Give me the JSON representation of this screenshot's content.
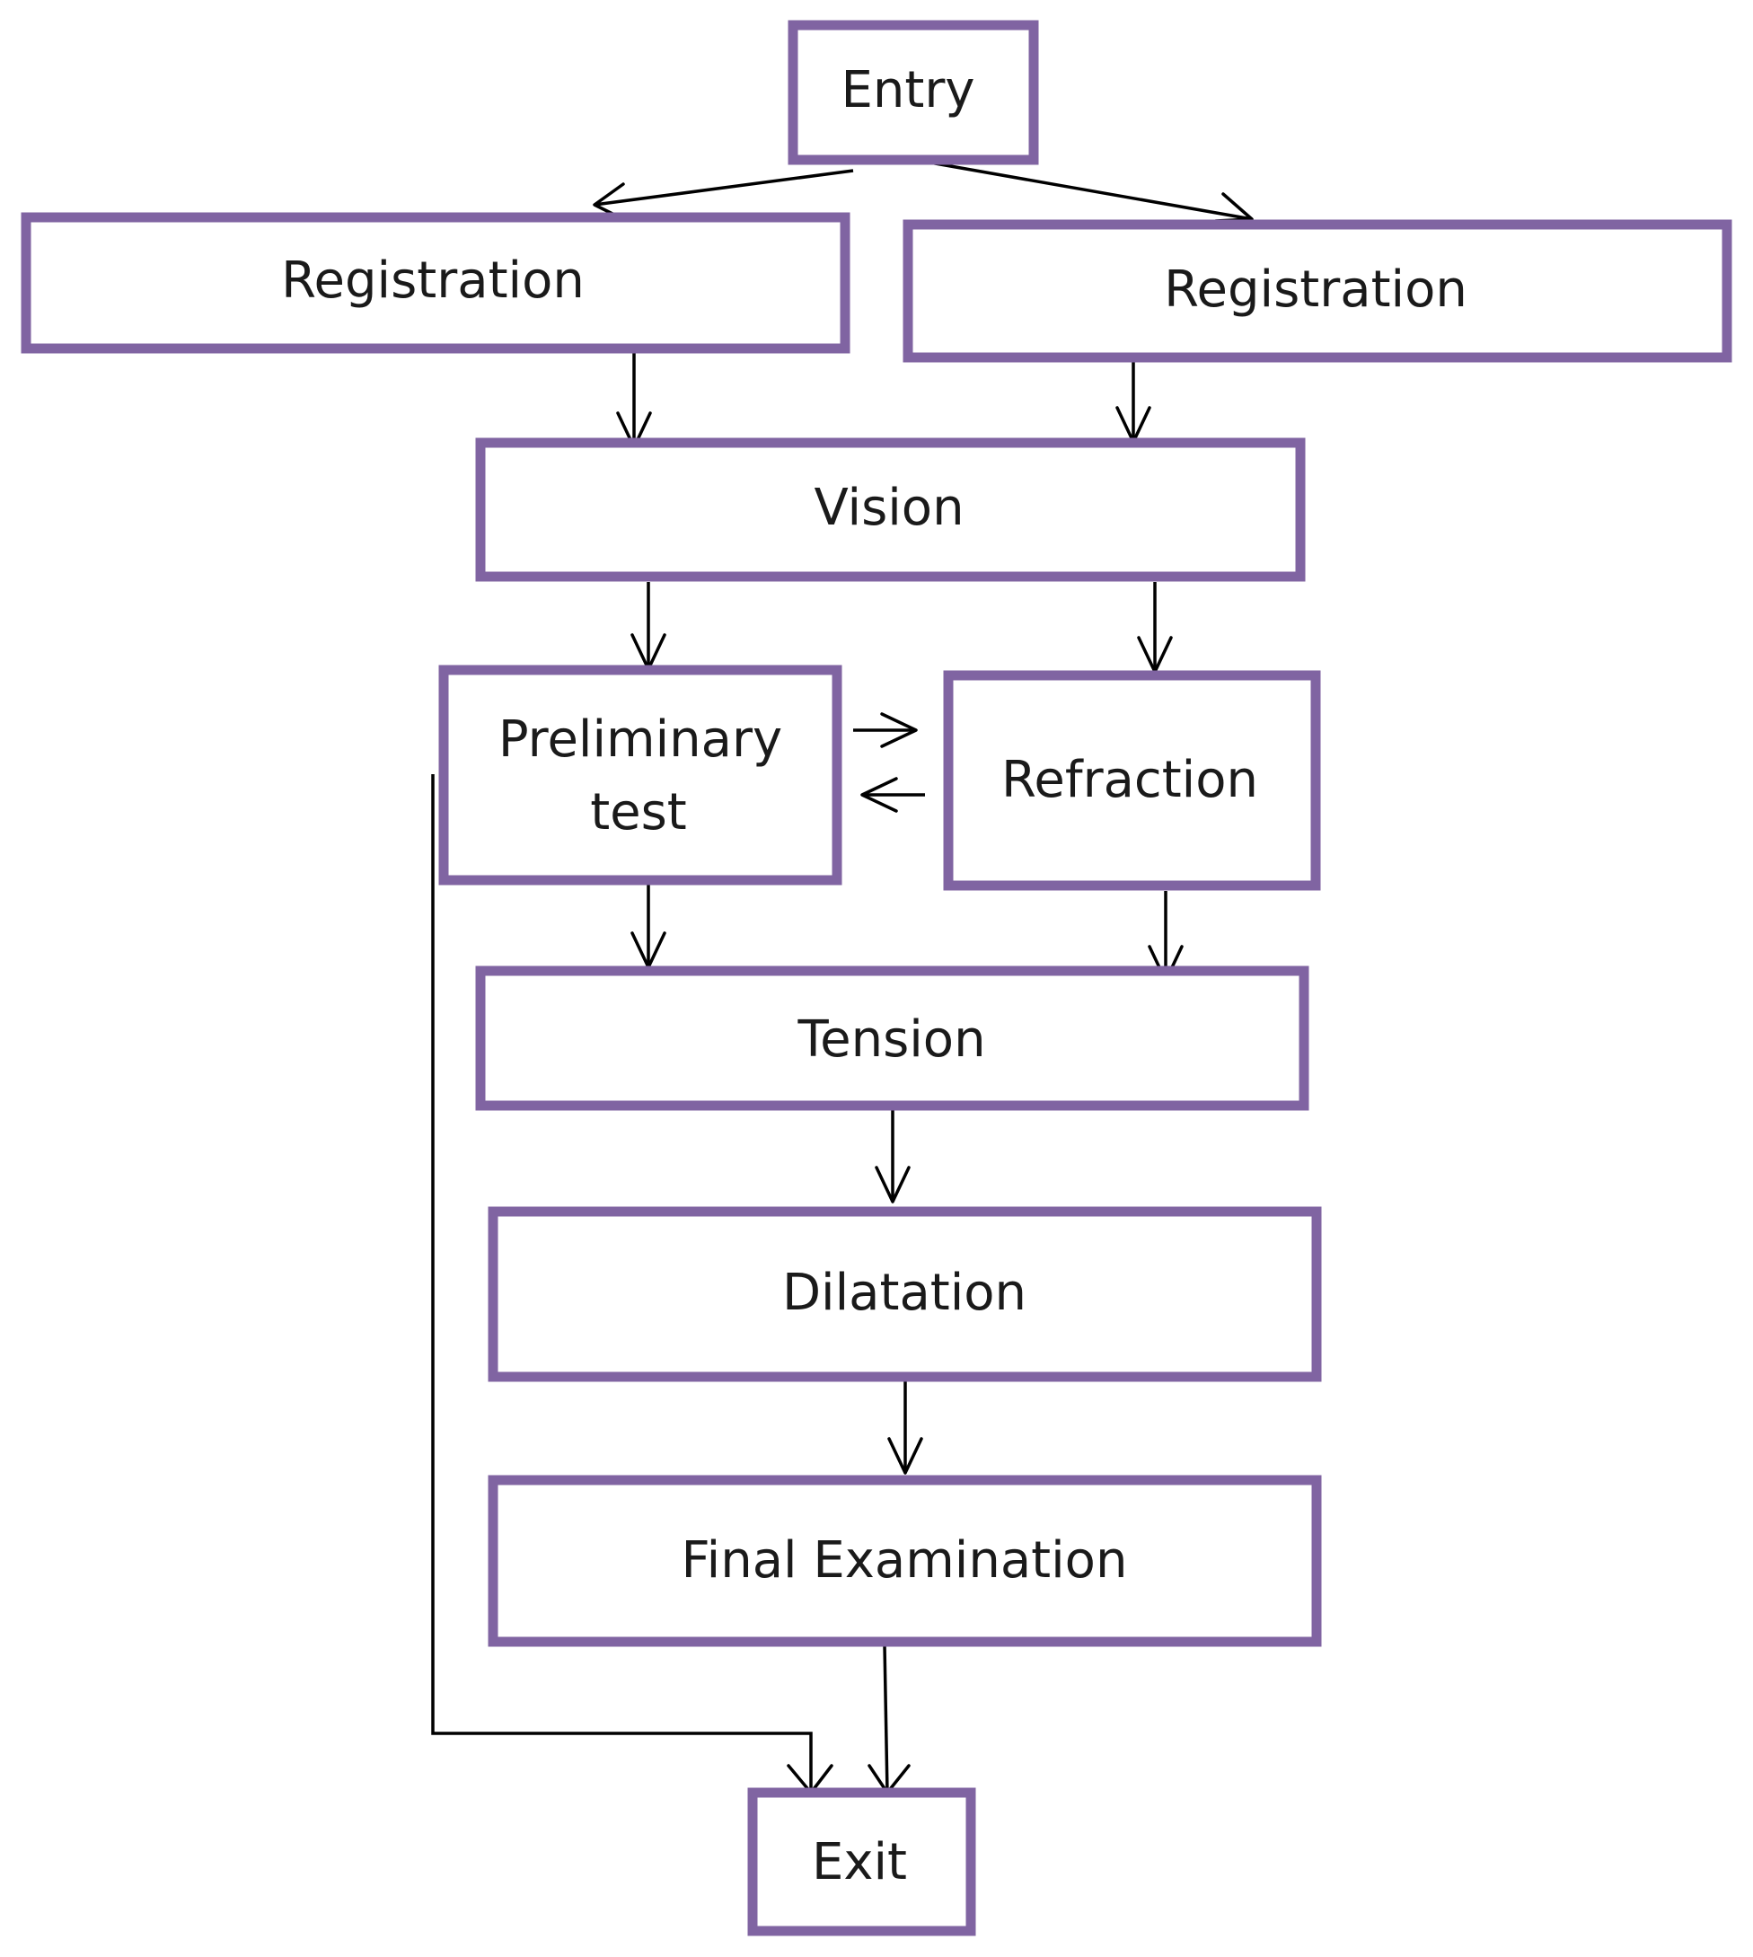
{
  "diagram": {
    "type": "flowchart",
    "box_border_color": "#8064a2",
    "box_fill_color": "#ffffff",
    "arrow_color": "#000000",
    "text_color": "#1a1a1a",
    "nodes": {
      "entry": "Entry",
      "registration_left": "Registration",
      "registration_right": "Registration",
      "vision": "Vision",
      "preliminary_line1": "Preliminary",
      "preliminary_line2": "test",
      "refraction": "Refraction",
      "tension": "Tension",
      "dilatation": "Dilatation",
      "final_examination": "Final Examination",
      "exit": "Exit"
    },
    "edges": [
      {
        "from": "Entry",
        "to": "Registration (left)"
      },
      {
        "from": "Entry",
        "to": "Registration (right)"
      },
      {
        "from": "Registration (left)",
        "to": "Vision"
      },
      {
        "from": "Registration (right)",
        "to": "Vision"
      },
      {
        "from": "Vision",
        "to": "Preliminary test"
      },
      {
        "from": "Vision",
        "to": "Refraction"
      },
      {
        "from": "Preliminary test",
        "to": "Refraction"
      },
      {
        "from": "Refraction",
        "to": "Preliminary test"
      },
      {
        "from": "Preliminary test",
        "to": "Tension"
      },
      {
        "from": "Refraction",
        "to": "Tension"
      },
      {
        "from": "Tension",
        "to": "Dilatation"
      },
      {
        "from": "Dilatation",
        "to": "Final Examination"
      },
      {
        "from": "Final Examination",
        "to": "Exit"
      },
      {
        "from": "Preliminary test",
        "to": "Exit"
      }
    ]
  }
}
